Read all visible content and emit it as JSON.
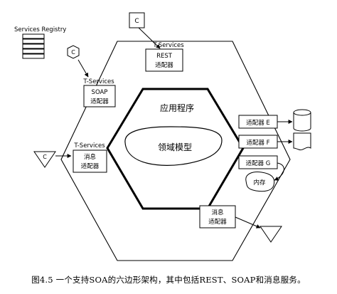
{
  "registry": {
    "label": "Services Registry"
  },
  "client_badges": {
    "top": "C",
    "left": "C",
    "triangle": "C"
  },
  "rest": {
    "title": "T-Services",
    "line1": "REST",
    "line2": "适配器"
  },
  "soap": {
    "title": "T-Services",
    "line1": "SOAP",
    "line2": "适配器"
  },
  "msg_left": {
    "title": "T-Services",
    "line1": "消息",
    "line2": "适配器"
  },
  "msg_bottom": {
    "line1": "消息",
    "line2": "适配器"
  },
  "application": {
    "label": "应用程序"
  },
  "domain_model": {
    "label": "领域模型"
  },
  "adapter_e": {
    "label": "适配器 E"
  },
  "adapter_f": {
    "label": "适配器 F"
  },
  "adapter_g": {
    "label": "适配器 G"
  },
  "memory": {
    "label": "内存"
  },
  "caption": {
    "text": "图4.5 一个支持SOA的六边形架构，其中包括REST、SOAP和消息服务。"
  }
}
